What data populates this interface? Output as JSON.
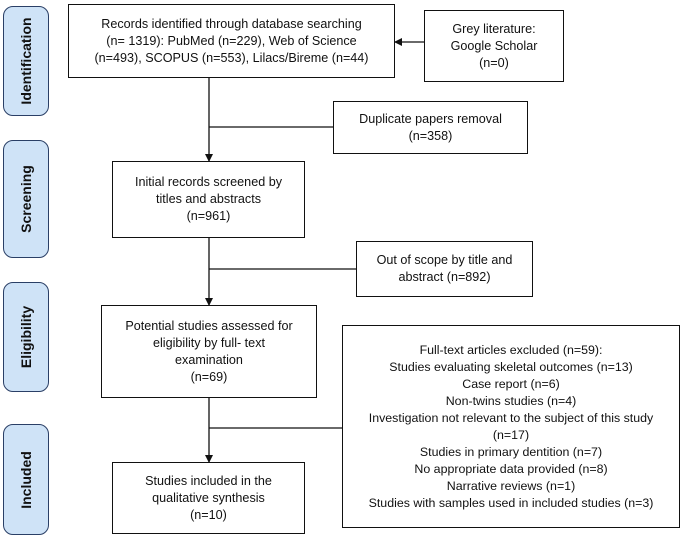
{
  "phases": {
    "identification": "Identification",
    "screening": "Screening",
    "eligibility": "Eligibility",
    "included": "Included"
  },
  "records_identified": {
    "lines": [
      "Records identified through database searching",
      "(n= 1319): PubMed (n=229), Web of Science",
      "(n=493), SCOPUS (n=553), Lilacs/Bireme (n=44)"
    ]
  },
  "grey_literature": {
    "lines": [
      "Grey literature:",
      "Google Scholar",
      "(n=0)"
    ]
  },
  "duplicates": {
    "lines": [
      "Duplicate papers removal",
      "(n=358)"
    ]
  },
  "initial_screened": {
    "lines": [
      "Initial records screened by",
      "titles and abstracts",
      "(n=961)"
    ]
  },
  "out_of_scope": {
    "lines": [
      "Out of scope by title and",
      "abstract (n=892)"
    ]
  },
  "full_text_assessed": {
    "lines": [
      "Potential studies assessed for",
      "eligibility by full- text",
      "examination",
      "(n=69)"
    ]
  },
  "excluded": {
    "lines": [
      "Full-text articles excluded (n=59):",
      "Studies evaluating skeletal outcomes (n=13)",
      "Case report (n=6)",
      "Non-twins studies (n=4)",
      "Investigation not relevant to the subject of this study",
      "(n=17)",
      "Studies in primary dentition (n=7)",
      "No appropriate data provided (n=8)",
      "Narrative reviews (n=1)",
      "Studies with samples used in included studies (n=3)"
    ]
  },
  "included_studies": {
    "lines": [
      "Studies included in the",
      "qualitative synthesis",
      "(n=10)"
    ]
  }
}
